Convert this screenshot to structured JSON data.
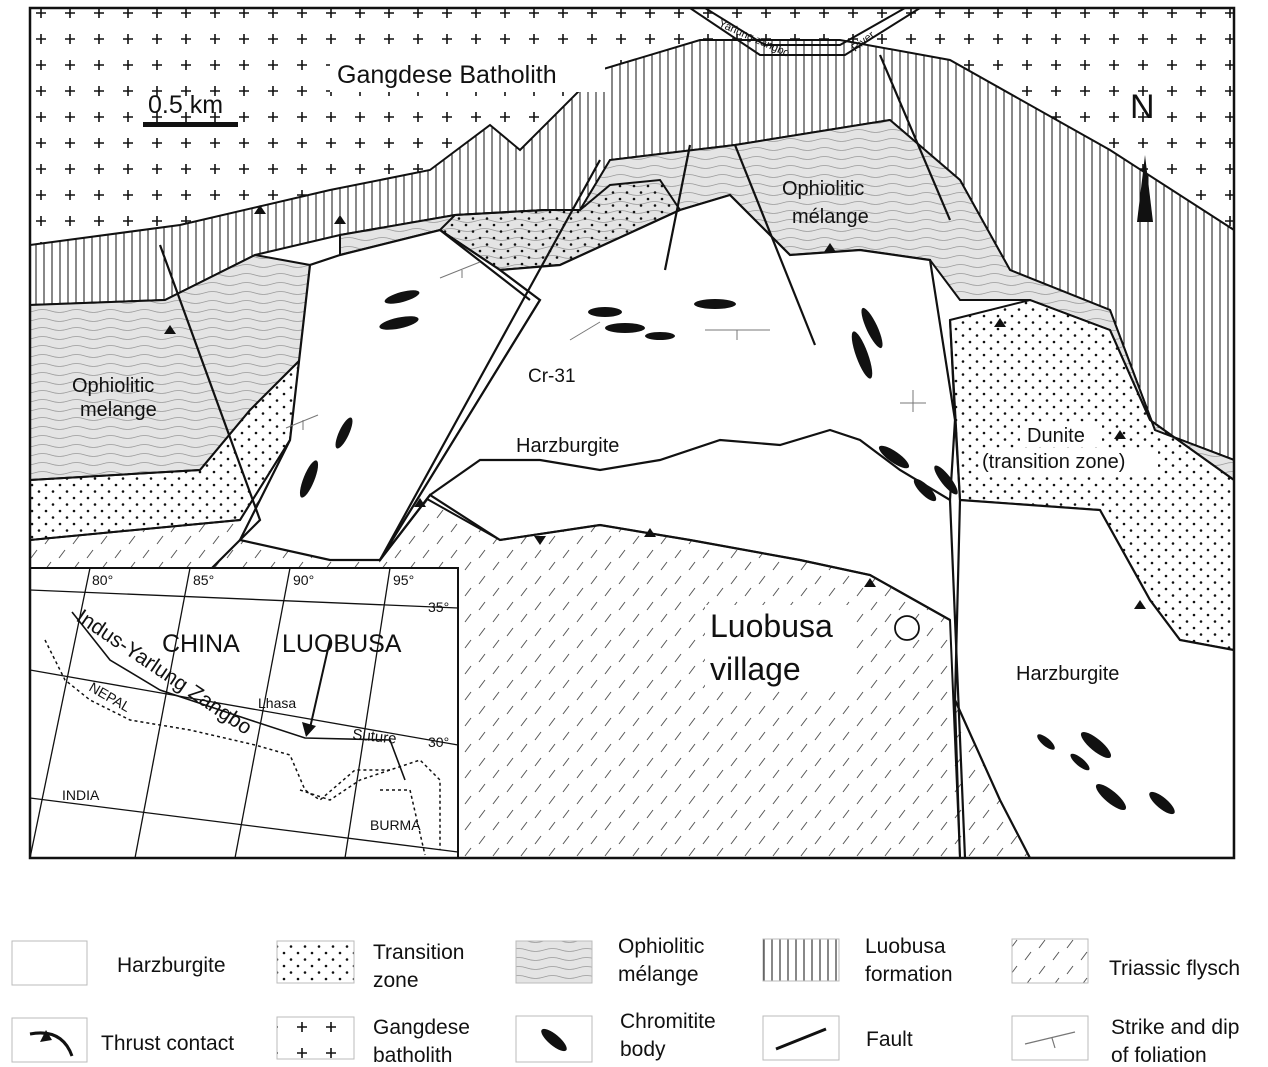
{
  "map": {
    "title": "Gangdese Batholith",
    "scale_label": "0.5 km",
    "north_label": "N",
    "river_label_1": "Yarlung zangbo",
    "river_label_2": "River",
    "labels": {
      "ophiolitic_melange_left_1": "Ophiolitic",
      "ophiolitic_melange_left_2": "melange",
      "ophiolitic_melange_top_1": "Ophiolitic",
      "ophiolitic_melange_top_2": "mélange",
      "harzburgite_center": "Harzburgite",
      "harzburgite_right": "Harzburgite",
      "sample": "Cr-31",
      "dunite_1": "Dunite",
      "dunite_2": "(transition zone)",
      "village_1": "Luobusa",
      "village_2": "village"
    }
  },
  "inset": {
    "lon_80": "80°",
    "lon_85": "85°",
    "lon_90": "90°",
    "lon_95": "95°",
    "lat_35": "35°",
    "lat_30": "30°",
    "china": "CHINA",
    "luobusa": "LUOBUSA",
    "suture_1": "Indus-Yarlung Zangbo",
    "suture_2": "Suture",
    "lhasa": "Lhasa",
    "nepal": "NEPAL",
    "india": "INDIA",
    "burma": "BURMA"
  },
  "legend": {
    "harzburgite": "Harzburgite",
    "transition_1": "Transition",
    "transition_2": "zone",
    "melange_1": "Ophiolitic",
    "melange_2": "mélange",
    "luobusa_1": "Luobusa",
    "luobusa_2": "formation",
    "triassic": "Triassic flysch",
    "thrust": "Thrust contact",
    "gangdese_1": "Gangdese",
    "gangdese_2": "batholith",
    "chromitite_1": "Chromitite",
    "chromitite_2": "body",
    "fault": "Fault",
    "strike_1": "Strike and dip",
    "strike_2": "of foliation"
  },
  "colors": {
    "ink": "#111111",
    "melange_fill": "#e4e4e4",
    "paper": "#ffffff"
  }
}
